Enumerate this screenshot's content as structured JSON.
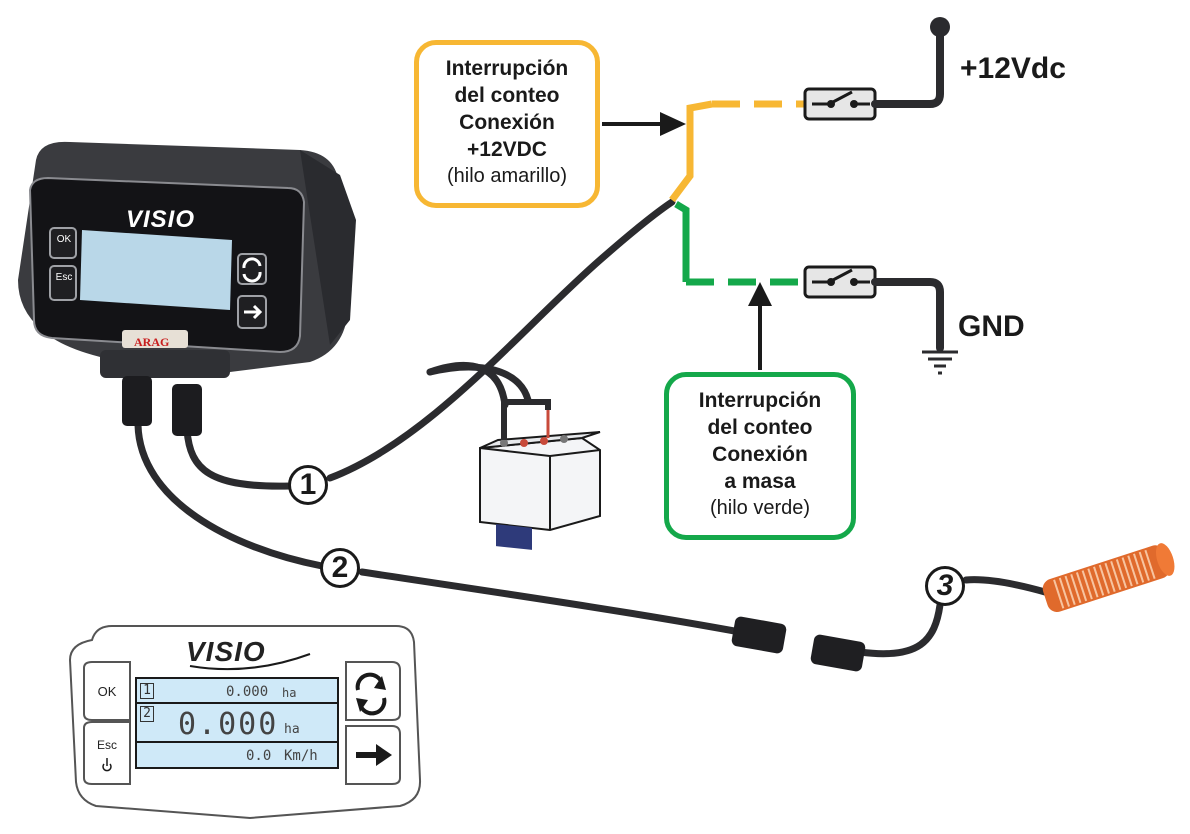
{
  "device": {
    "brand": "VISIO",
    "manufacturer": "ARAG",
    "keys": {
      "ok": "OK",
      "esc": "Esc"
    }
  },
  "callouts": {
    "yellow": {
      "line1": "Interrupción",
      "line2": "del conteo",
      "line3": "Conexión",
      "line4": "+12VDC",
      "note": "(hilo amarillo)",
      "color": "#f7b733"
    },
    "green": {
      "line1": "Interrupción",
      "line2": "del conteo",
      "line3": "Conexión",
      "line4": "a masa",
      "note": "(hilo verde)",
      "color": "#14a84a"
    }
  },
  "rails": {
    "positive": "+12Vdc",
    "ground": "GND"
  },
  "cables": [
    "1",
    "2",
    "3"
  ],
  "display": {
    "brand": "VISIO",
    "ok_label": "OK",
    "esc_label": "Esc",
    "row1": {
      "index": "1",
      "value": "0.000",
      "unit": "ha"
    },
    "row2": {
      "index": "2",
      "value": "0.000",
      "unit": "ha"
    },
    "row3": {
      "value": "0.0",
      "unit": "Km/h"
    }
  },
  "icons": [
    "refresh-icon",
    "arrow-right-icon",
    "power-icon",
    "switch-icon",
    "ground-icon",
    "battery-icon",
    "sensor-icon"
  ]
}
